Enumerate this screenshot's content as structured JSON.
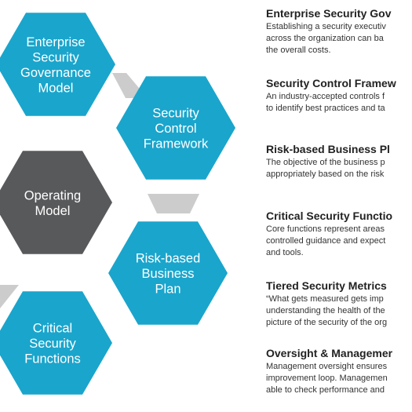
{
  "colors": {
    "blue": "#1aa5cc",
    "dark": "#58595b",
    "connector": "#cccccc"
  },
  "hexes": [
    {
      "id": "enterprise",
      "color": "blue",
      "lines": [
        "Enterprise",
        "Security",
        "Governance",
        "Model"
      ]
    },
    {
      "id": "control",
      "color": "blue",
      "lines": [
        "Security",
        "Control",
        "Framework"
      ]
    },
    {
      "id": "operating",
      "color": "dark",
      "lines": [
        "Operating",
        "Model"
      ]
    },
    {
      "id": "riskplan",
      "color": "blue",
      "lines": [
        "Risk-based",
        "Business",
        "Plan"
      ]
    },
    {
      "id": "critical",
      "color": "blue",
      "lines": [
        "Critical",
        "Security",
        "Functions"
      ]
    }
  ],
  "sections": [
    {
      "heading": "Enterprise Security Gov",
      "lines": [
        "Establishing a security executiv",
        "across the organization can ba",
        "the overall costs."
      ]
    },
    {
      "heading": "Security Control Framew",
      "lines": [
        "An industry-accepted controls f",
        "to identify best practices and ta"
      ]
    },
    {
      "heading": "Risk-based Business Pl",
      "lines": [
        "The objective of the business p",
        "appropriately based on the risk"
      ]
    },
    {
      "heading": "Critical Security Functio",
      "lines": [
        "Core functions represent areas",
        "controlled guidance and expect",
        "and tools."
      ]
    },
    {
      "heading": "Tiered Security Metrics",
      "lines": [
        "“What gets measured gets imp",
        "understanding the health of the",
        "picture of the security of the org"
      ]
    },
    {
      "heading": "Oversight & Managemer",
      "lines": [
        "Management oversight ensures",
        "improvement loop. Managemen",
        "able to check performance and"
      ]
    }
  ]
}
